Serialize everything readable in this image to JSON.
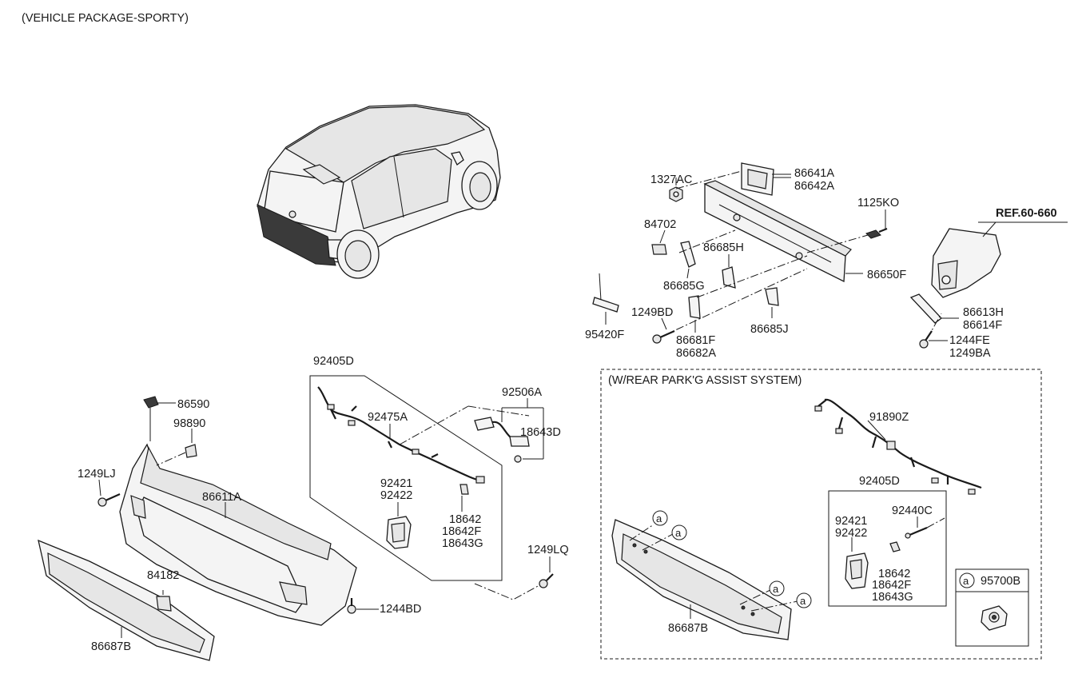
{
  "header": {
    "title": "(VEHICLE PACKAGE-SPORTY)"
  },
  "ref_label": "REF.60-660",
  "rear_park_section": {
    "title": "(W/REAR PARK'G ASSIST SYSTEM)"
  },
  "legend": {
    "marker": "a",
    "part": "95700B"
  },
  "callouts": {
    "c1327AC": "1327AC",
    "c86641A": "86641A",
    "c86642A": "86642A",
    "c1125KO": "1125KO",
    "c84702": "84702",
    "c86685H": "86685H",
    "c86685G": "86685G",
    "c86650F": "86650F",
    "c1249BD": "1249BD",
    "c95420F": "95420F",
    "c86681F": "86681F",
    "c86682A": "86682A",
    "c86685J": "86685J",
    "c86613H": "86613H",
    "c86614F": "86614F",
    "c1244FE": "1244FE",
    "c1249BA": "1249BA",
    "c92405D": "92405D",
    "c92506A": "92506A",
    "c92475A": "92475A",
    "c18643D": "18643D",
    "c86590": "86590",
    "c98890": "98890",
    "c1249LJ": "1249LJ",
    "c86611A": "86611A",
    "c92421": "92421",
    "c92422": "92422",
    "c18642": "18642",
    "c18642F": "18642F",
    "c18643G": "18643G",
    "c1249LQ": "1249LQ",
    "c84182": "84182",
    "c1244BD": "1244BD",
    "c86687B": "86687B",
    "c91890Z": "91890Z",
    "c92405D_b": "92405D",
    "c92421_b": "92421",
    "c92422_b": "92422",
    "c92440C": "92440C",
    "c18642_b": "18642",
    "c18642F_b": "18642F",
    "c18643G_b": "18643G",
    "c86687B_b": "86687B"
  }
}
